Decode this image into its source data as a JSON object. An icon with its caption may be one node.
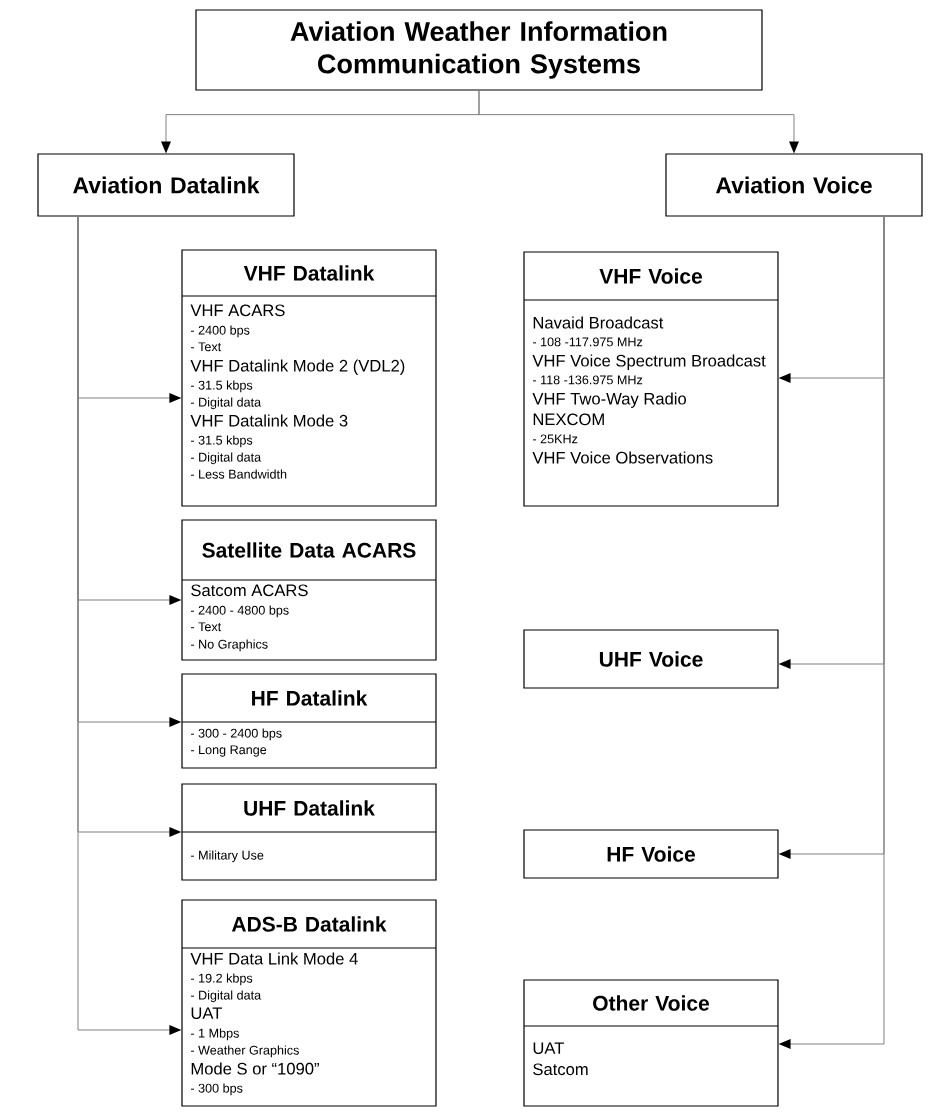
{
  "diagram": {
    "nodes": [
      {
        "text": [
          "Aviation Weather Information Communication Systems"
        ]
      },
      {
        "text": [
          "Aviation Datalink"
        ]
      },
      {
        "text": [
          "Aviation Voice"
        ]
      },
      {
        "text": [
          "VHF Datalink",
          "VHF ACARS",
          "- 2400 bps",
          "- Text",
          "VHF Datalink Mode 2 (VDL2)",
          "- 31.5 kbps",
          "- Digital data",
          "VHF Datalink Mode 3",
          "- 31.5 kbps",
          "- Digital data",
          "- Less Bandwidth"
        ]
      },
      {
        "text": [
          "Satellite Data ACARS",
          "Satcom ACARS",
          "- 2400 - 4800 bps",
          "- Text",
          "- No Graphics"
        ]
      },
      {
        "text": [
          "HF Datalink",
          "- 300 - 2400 bps",
          "- Long Range"
        ]
      },
      {
        "text": [
          "UHF Datalink",
          "- Military Use"
        ]
      },
      {
        "text": [
          "ADS-B Datalink",
          "VHF Data Link Mode 4",
          "- 19.2 kbps",
          "- Digital data",
          "UAT",
          "- 1 Mbps",
          "- Weather Graphics",
          "Mode S or “1090”",
          "- 300 bps"
        ]
      },
      {
        "text": [
          "VHF Voice",
          "Navaid Broadcast",
          "- 108 -117.975 MHz",
          "VHF Voice Spectrum Broadcast",
          "- 118 -136.975 MHz",
          "VHF Two-Way Radio",
          "NEXCOM",
          "- 25KHz",
          "VHF Voice Observations"
        ]
      },
      {
        "text": [
          "UHF Voice"
        ]
      },
      {
        "text": [
          "HF Voice"
        ]
      },
      {
        "text": [
          "Other Voice",
          "UAT",
          "Satcom"
        ]
      }
    ],
    "edges": [
      {
        "from": 0,
        "to": 1,
        "arrow": "to"
      },
      {
        "from": 0,
        "to": 2,
        "arrow": "to"
      },
      {
        "from": 1,
        "to": 3,
        "arrow": "to"
      },
      {
        "from": 1,
        "to": 4,
        "arrow": "to"
      },
      {
        "from": 1,
        "to": 5,
        "arrow": "to"
      },
      {
        "from": 1,
        "to": 6,
        "arrow": "to"
      },
      {
        "from": 1,
        "to": 7,
        "arrow": "to"
      },
      {
        "from": 2,
        "to": 8,
        "arrow": "to"
      },
      {
        "from": 2,
        "to": 9,
        "arrow": "to"
      },
      {
        "from": 2,
        "to": 10,
        "arrow": "to"
      },
      {
        "from": 2,
        "to": 11,
        "arrow": "to"
      }
    ]
  }
}
